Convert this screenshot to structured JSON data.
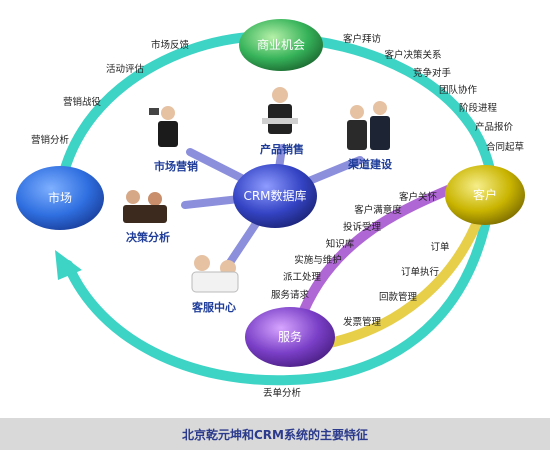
{
  "nodes": {
    "market": "市场",
    "opportunity": "商业机会",
    "customer": "客户",
    "service": "服务",
    "crm": "CRM数据库"
  },
  "roles": {
    "marketing": "市场营销",
    "product_sales": "产品销售",
    "channel": "渠道建设",
    "decision": "决策分析",
    "service_center": "客服中心"
  },
  "top_left_arc": [
    "市场反馈",
    "活动评估",
    "营销战役",
    "营销分析"
  ],
  "top_right_arc": [
    "客户拜访",
    "客户决策关系",
    "竞争对手",
    "团队协作",
    "阶段进程",
    "产品报价",
    "合同起草"
  ],
  "purple_arc": [
    "客户关怀",
    "客户满意度",
    "投诉受理",
    "知识库",
    "实施与维护",
    "派工处理",
    "服务请求"
  ],
  "yellow_arc": [
    "订单",
    "订单执行",
    "回款管理",
    "发票管理"
  ],
  "bottom_arc": [
    "丢单分析"
  ],
  "footer": {
    "caption": "北京乾元坤和CRM系统的主要特征"
  },
  "colors": {
    "ring": "#3dd3c5",
    "node_blue": "#2f6fe0",
    "node_purple": "#7a3fc7",
    "node_gold": "#c9b400",
    "node_green": "#36b35a",
    "spoke": "#8b8fdc",
    "purple_band": "#b067d6",
    "yellow_band": "#e7cf4a"
  }
}
